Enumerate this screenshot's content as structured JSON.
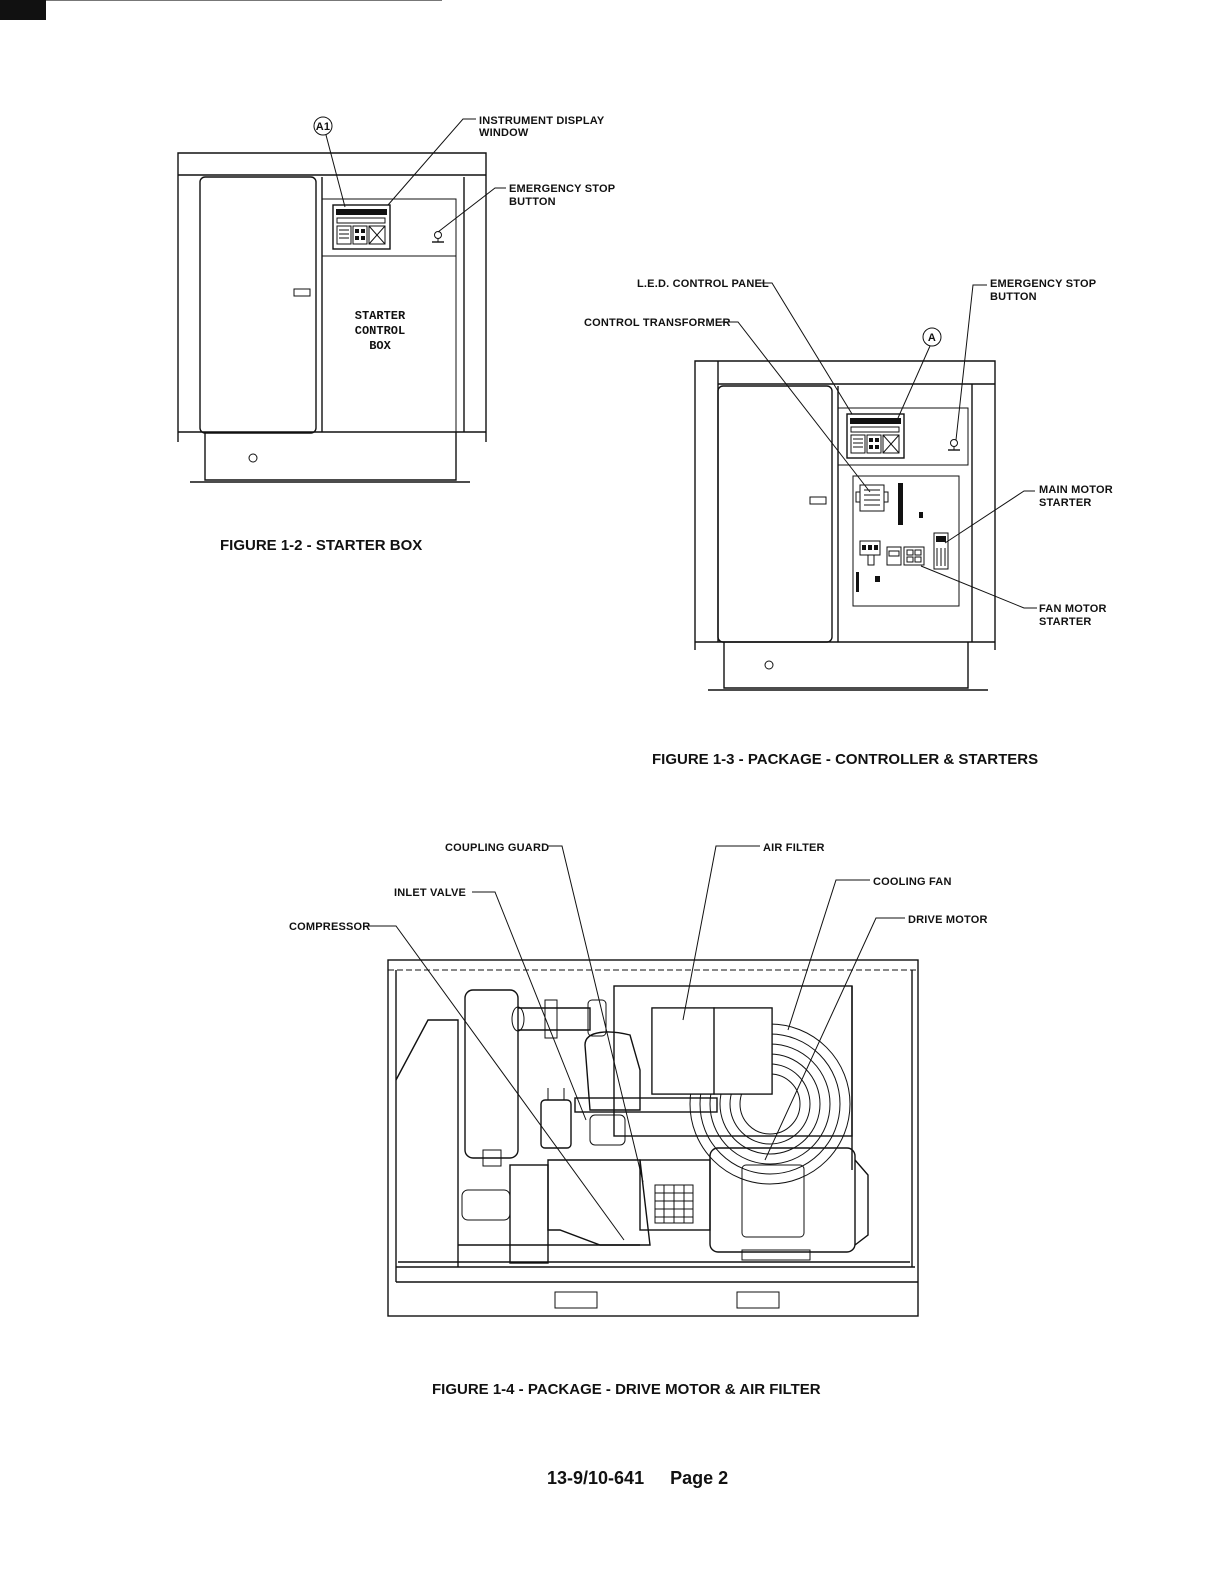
{
  "figure_1_2": {
    "caption": "FIGURE 1-2  -  STARTER BOX",
    "callout": "A1",
    "labels": {
      "instrument_display_line1": "INSTRUMENT DISPLAY",
      "instrument_display_line2": "WINDOW",
      "emergency_stop_line1": "EMERGENCY STOP",
      "emergency_stop_line2": "BUTTON"
    },
    "box_text": [
      "STARTER",
      "CONTROL",
      "BOX"
    ]
  },
  "figure_1_3": {
    "caption": "FIGURE 1-3  -  PACKAGE - CONTROLLER & STARTERS",
    "callout": "A",
    "labels": {
      "led_panel": "L.E.D. CONTROL PANEL",
      "control_transformer": "CONTROL TRANSFORMER",
      "emergency_stop_line1": "EMERGENCY STOP",
      "emergency_stop_line2": "BUTTON",
      "main_motor_line1": "MAIN MOTOR",
      "main_motor_line2": "STARTER",
      "fan_motor_line1": "FAN MOTOR",
      "fan_motor_line2": "STARTER"
    }
  },
  "figure_1_4": {
    "caption": "FIGURE 1-4  -  PACKAGE - DRIVE MOTOR & AIR FILTER",
    "labels": {
      "coupling_guard": "COUPLING GUARD",
      "air_filter": "AIR FILTER",
      "cooling_fan": "COOLING FAN",
      "inlet_valve": "INLET VALVE",
      "drive_motor": "DRIVE MOTOR",
      "compressor": "COMPRESSOR"
    }
  },
  "footer": {
    "doc_number": "13-9/10-641",
    "page": "Page 2"
  }
}
